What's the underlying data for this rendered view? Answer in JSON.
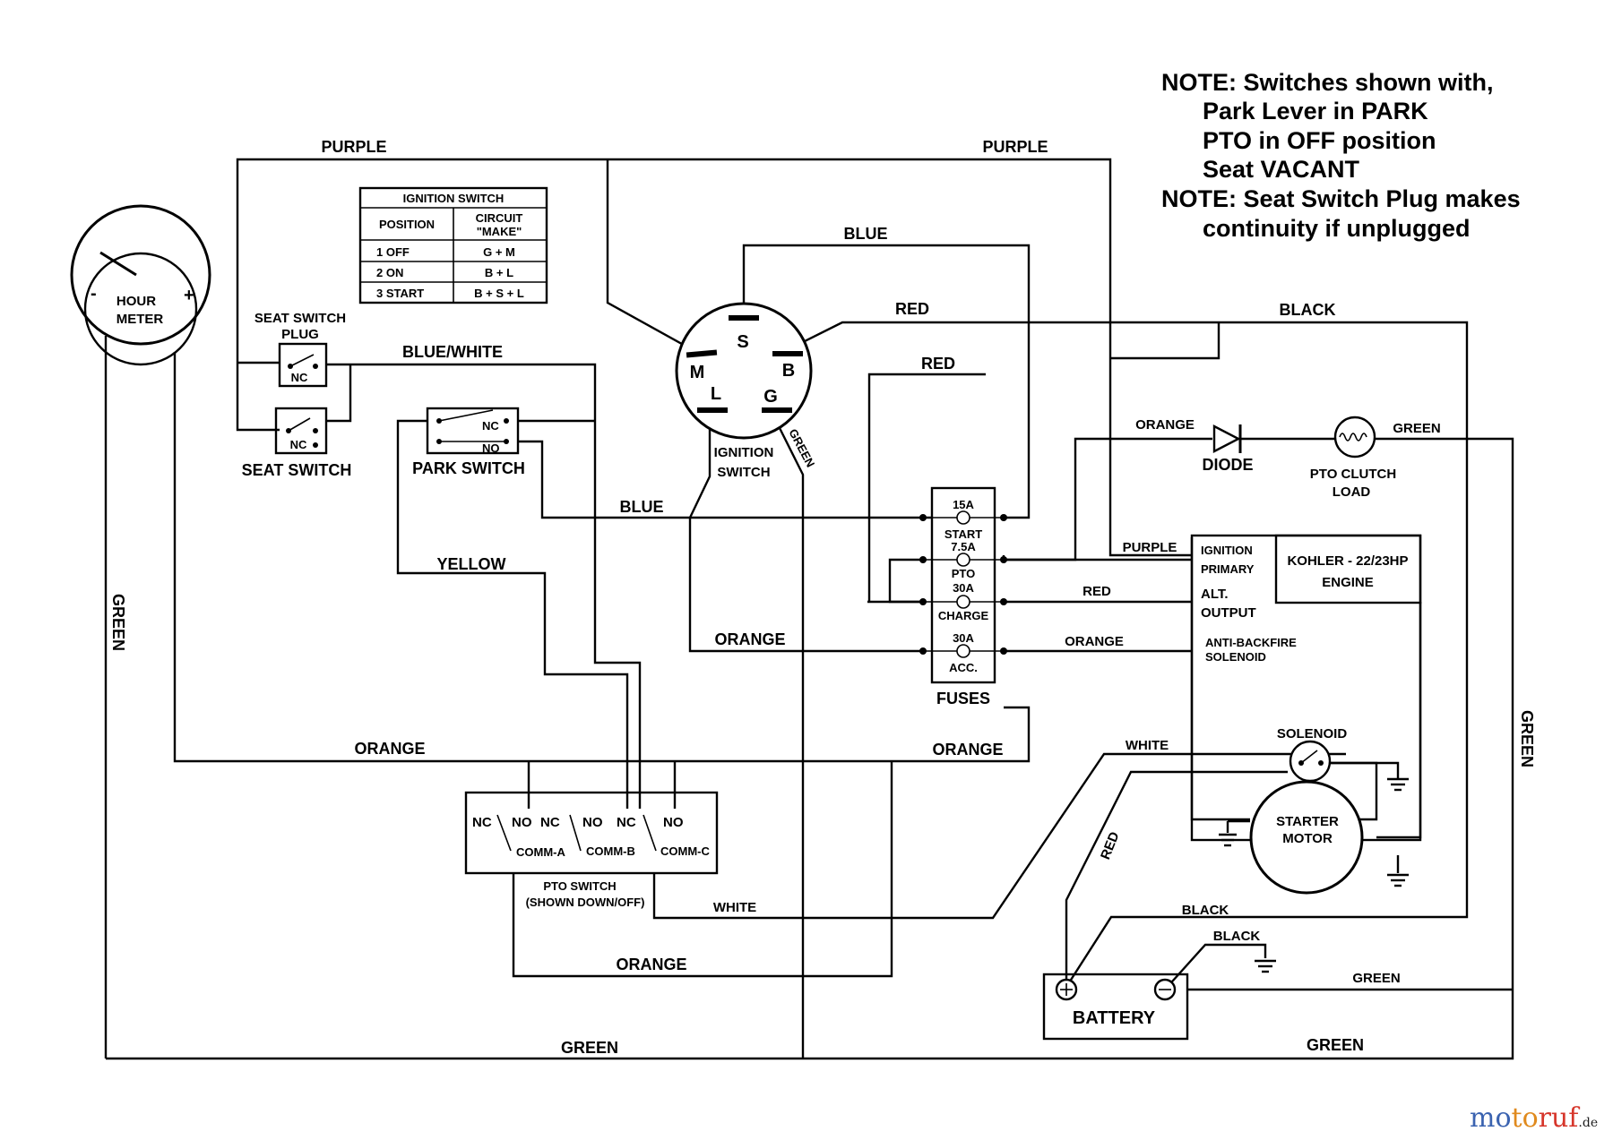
{
  "notes": {
    "line1": "NOTE: Switches shown with,",
    "line2": "Park Lever in PARK",
    "line3": "PTO in OFF position",
    "line4": "Seat VACANT",
    "line5": "NOTE: Seat Switch Plug makes",
    "line6": "continuity if unplugged"
  },
  "ignition_table": {
    "title": "IGNITION SWITCH",
    "col_position": "POSITION",
    "col_circuit_1": "CIRCUIT",
    "col_circuit_2": "\"MAKE\"",
    "rows": [
      {
        "position": "1  OFF",
        "make": "G + M"
      },
      {
        "position": "2  ON",
        "make": "B + L"
      },
      {
        "position": "3  START",
        "make": "B + S + L"
      }
    ]
  },
  "components": {
    "hour_meter_1": "HOUR",
    "hour_meter_2": "METER",
    "hour_meter_minus": "-",
    "hour_meter_plus": "+",
    "seat_switch_plug_1": "SEAT SWITCH",
    "seat_switch_plug_2": "PLUG",
    "seat_switch": "SEAT SWITCH",
    "park_switch": "PARK SWITCH",
    "ignition_switch_1": "IGNITION",
    "ignition_switch_2": "SWITCH",
    "term_s": "S",
    "term_m": "M",
    "term_b": "B",
    "term_l": "L",
    "term_g": "G",
    "fuses": "FUSES",
    "fuse_15a": "15A",
    "fuse_start": "START",
    "fuse_75a": "7.5A",
    "fuse_pto": "PTO",
    "fuse_30a_1": "30A",
    "fuse_charge": "CHARGE",
    "fuse_30a_2": "30A",
    "fuse_acc": "ACC.",
    "diode": "DIODE",
    "pto_clutch_1": "PTO CLUTCH",
    "pto_clutch_2": "LOAD",
    "engine_1": "KOHLER - 22/23HP",
    "engine_2": "ENGINE",
    "ign_primary_1": "IGNITION",
    "ign_primary_2": "PRIMARY",
    "alt_output_1": "ALT.",
    "alt_output_2": "OUTPUT",
    "anti_backfire_1": "ANTI-BACKFIRE",
    "anti_backfire_2": "SOLENOID",
    "solenoid": "SOLENOID",
    "starter_1": "STARTER",
    "starter_2": "MOTOR",
    "battery": "BATTERY",
    "pto_switch_1": "PTO SWITCH",
    "pto_switch_2": "(SHOWN DOWN/OFF)",
    "nc": "NC",
    "no": "NO",
    "comm_a": "COMM-A",
    "comm_b": "COMM-B",
    "comm_c": "COMM-C"
  },
  "wires": {
    "purple": "PURPLE",
    "blue": "BLUE",
    "red": "RED",
    "black": "BLACK",
    "blue_white": "BLUE/WHITE",
    "orange": "ORANGE",
    "green": "GREEN",
    "yellow": "YELLOW",
    "white": "WHITE"
  },
  "watermark": {
    "text": "motoruf",
    "suffix": ".de",
    "colors": [
      "#3b63b0",
      "#e08a1e",
      "#d6362b",
      "#1d1d1d"
    ]
  }
}
